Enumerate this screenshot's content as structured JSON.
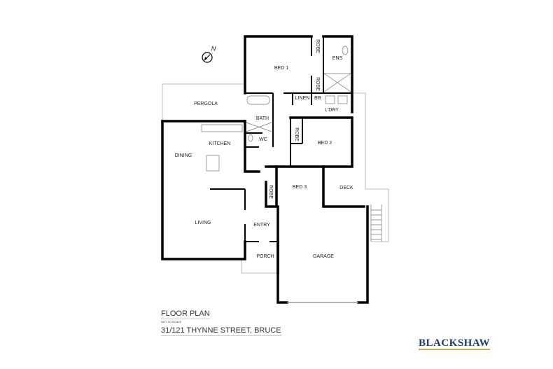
{
  "plan": {
    "compass_label": "N",
    "rooms": {
      "pergola": "PERGOLA",
      "bed1": "BED 1",
      "robe1": "ROBE",
      "ens": "ENS",
      "robe2": "ROBE",
      "linen": "LINEN",
      "br": "BR",
      "ldry": "L'DRY",
      "bath": "BATH",
      "wc": "WC",
      "kitchen": "KITCHEN",
      "dining": "DINING",
      "robe3": "ROBE",
      "bed2": "BED 2",
      "robe4": "ROBE",
      "bed3": "BED 3",
      "deck": "DECK",
      "living": "LIVING",
      "entry": "ENTRY",
      "porch": "PORCH",
      "garage": "GARAGE"
    }
  },
  "footer": {
    "title": "FLOOR PLAN",
    "note": "NOT TO SCALE",
    "address": "31/121 THYNNE STREET, BRUCE",
    "logo": "BLACKSHAW"
  },
  "colors": {
    "logo": "#1d3a6e",
    "logo_underline": "#c9a85a"
  }
}
